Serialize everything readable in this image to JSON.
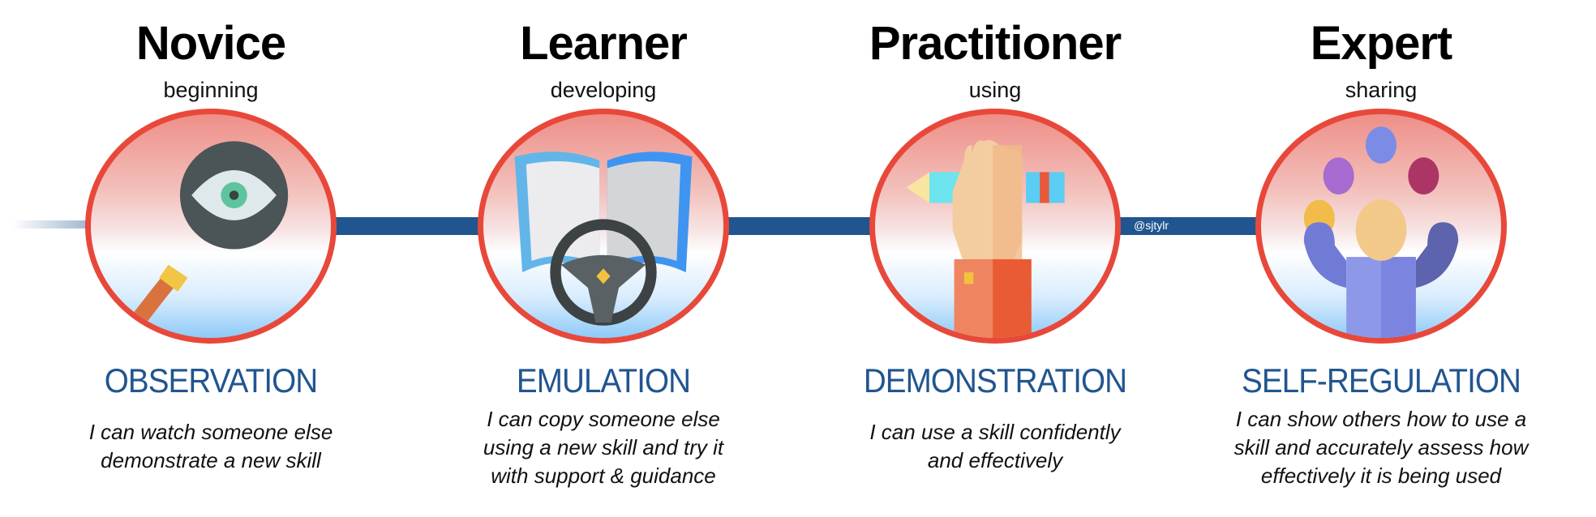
{
  "watermark": "@sjtylr",
  "colors": {
    "line": "#21558f",
    "ring": "#e8483a",
    "label": "#21558f"
  },
  "stages": [
    {
      "title": "Novice",
      "subtitle": "beginning",
      "icon": "magnifier-eye-icon",
      "label": "OBSERVATION",
      "description": [
        "I can watch someone else",
        "demonstrate a new skill"
      ]
    },
    {
      "title": "Learner",
      "subtitle": "developing",
      "icon": "book-steering-wheel-icon",
      "label": "EMULATION",
      "description": [
        "I can copy someone else",
        "using a new skill and try it",
        "with support & guidance"
      ]
    },
    {
      "title": "Practitioner",
      "subtitle": "using",
      "icon": "hand-pencil-icon",
      "label": "DEMONSTRATION",
      "description": [
        "I can use a skill confidently",
        "and effectively"
      ]
    },
    {
      "title": "Expert",
      "subtitle": "sharing",
      "icon": "juggler-icon",
      "label": "SELF-REGULATION",
      "description": [
        "I can show others how to use a",
        "skill and accurately assess how",
        "effectively it is being used"
      ]
    }
  ]
}
